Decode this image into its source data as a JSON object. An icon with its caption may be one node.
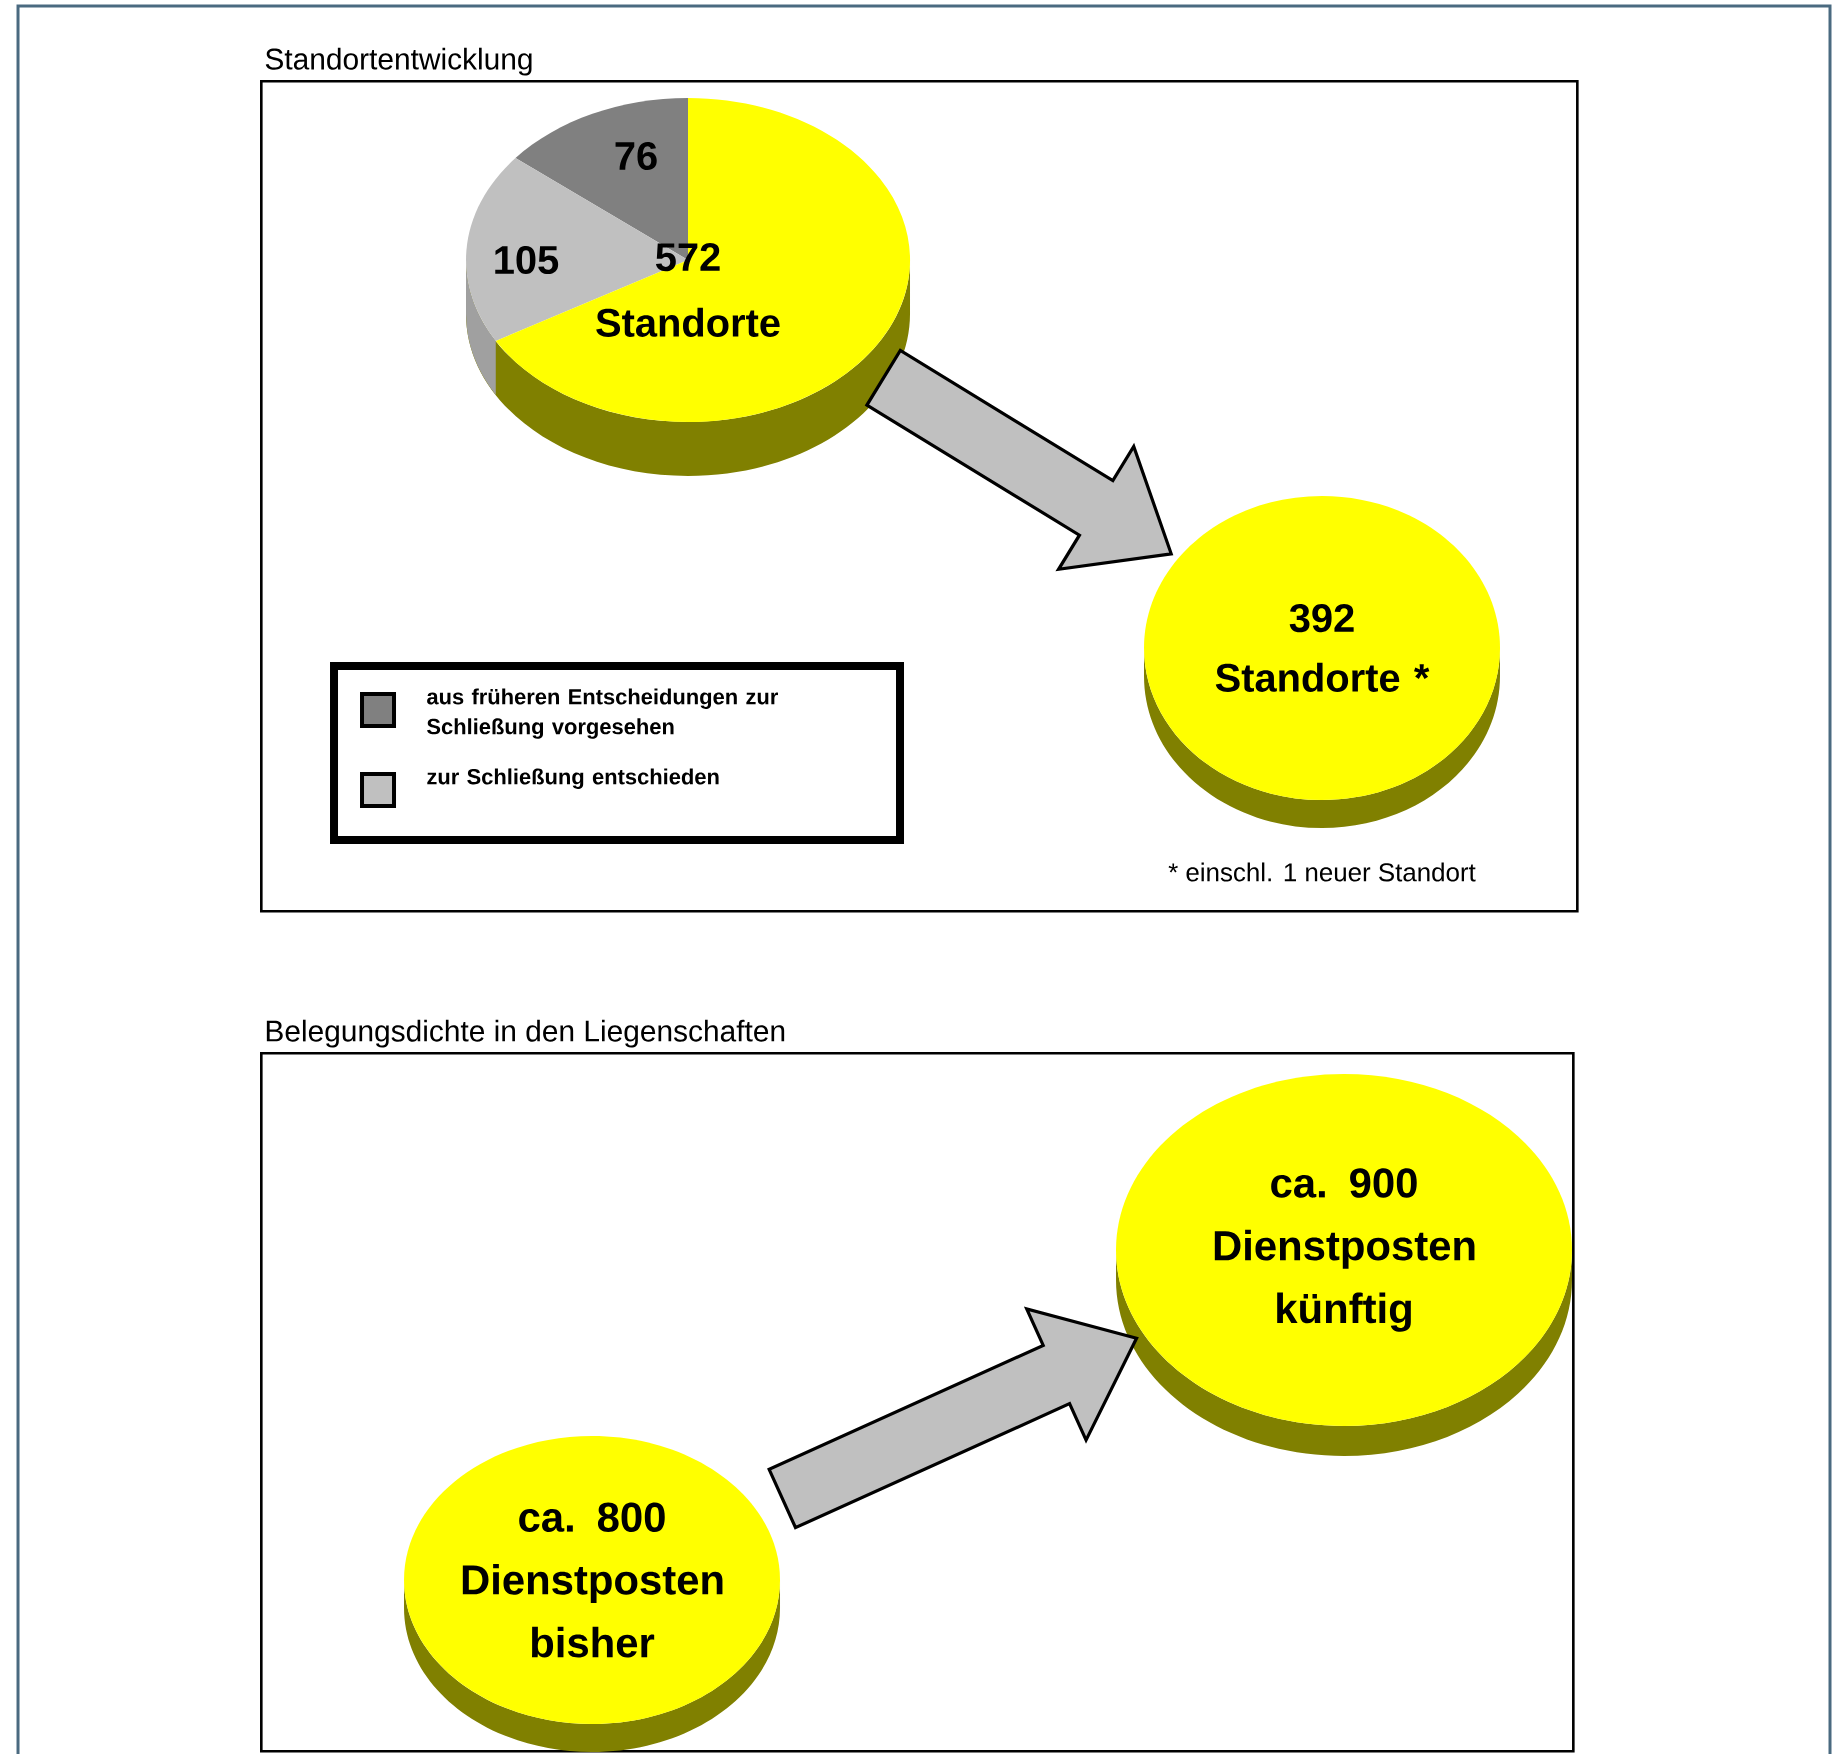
{
  "diagram": {
    "nodes": [
      {
        "text": [
          "Standortentwicklung"
        ]
      },
      {
        "text": [
          "76",
          "105",
          "572 Standorte"
        ],
        "in": 0
      },
      {
        "text": [
          "392 Standorte *"
        ],
        "beside": [
          "* einschl. 1 neuer Standort"
        ],
        "in": 0
      },
      {
        "text": [
          "Belegungsdichte in den Liegenschaften"
        ]
      },
      {
        "text": [
          "ca. 800 Dienstposten bisher"
        ],
        "in": 3
      },
      {
        "text": [
          "ca. 900 Dienstposten künftig"
        ],
        "in": 3
      }
    ],
    "edges": [
      {
        "from": 1,
        "to": 2,
        "arrow": "to"
      },
      {
        "from": 4,
        "to": 5,
        "arrow": "to"
      }
    ],
    "legend": [
      {
        "text": "aus früheren Entscheidungen zur Schließung vorgesehen",
        "color": "#808080"
      },
      {
        "text": "zur Schließung entschieden",
        "color": "#c0c0c0"
      }
    ]
  }
}
